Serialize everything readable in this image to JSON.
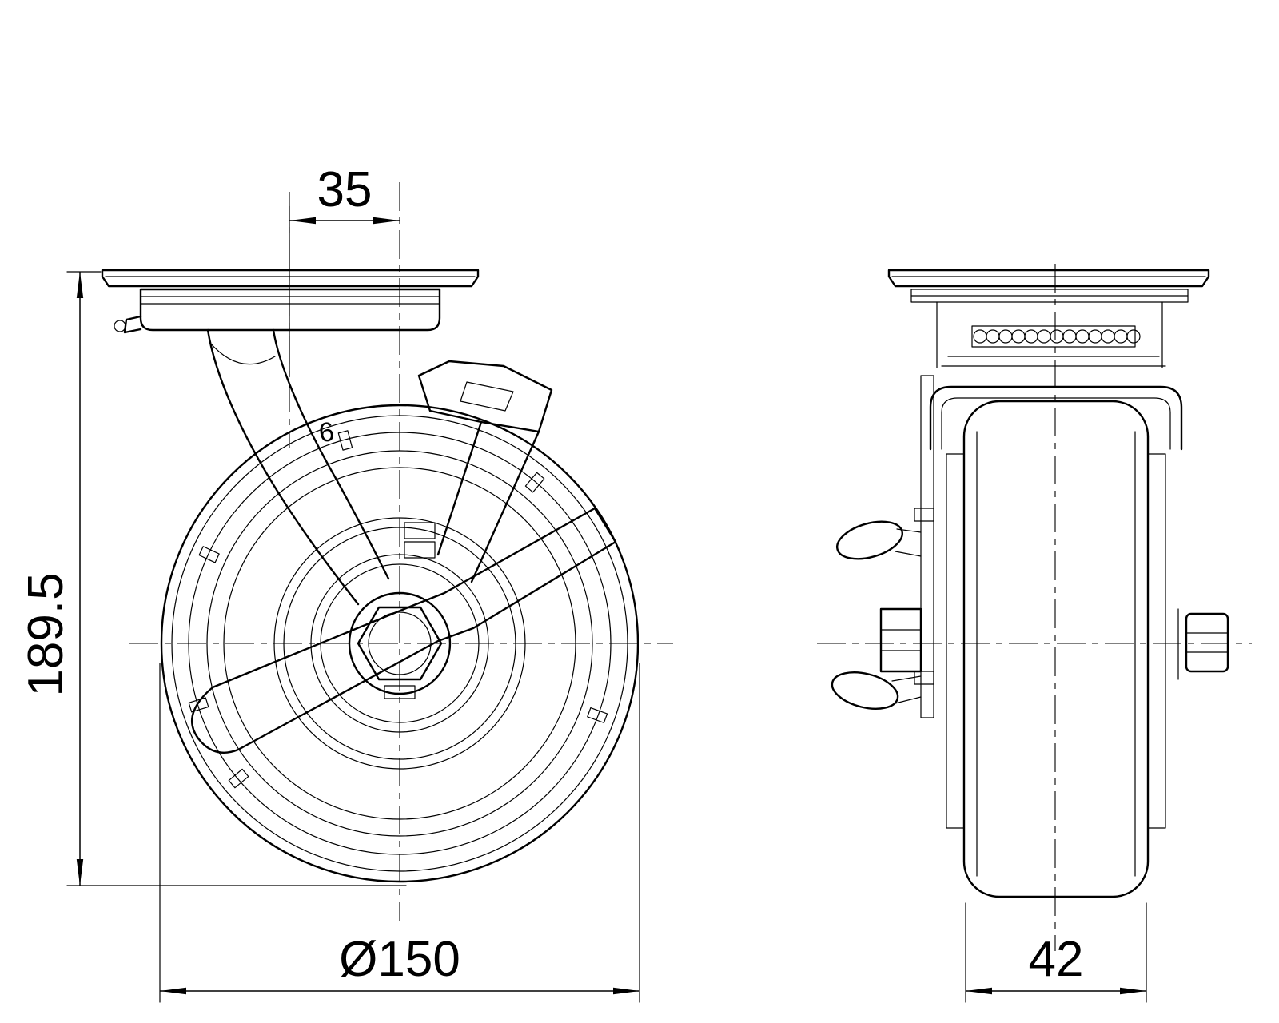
{
  "colors": {
    "line": "#000000",
    "background": "#ffffff"
  },
  "front_view": {
    "dim_swivel_offset": "35",
    "dim_total_height": "189.5",
    "dim_wheel_diameter": "Ø150",
    "part_mark": "6"
  },
  "side_view": {
    "dim_wheel_width": "42"
  }
}
